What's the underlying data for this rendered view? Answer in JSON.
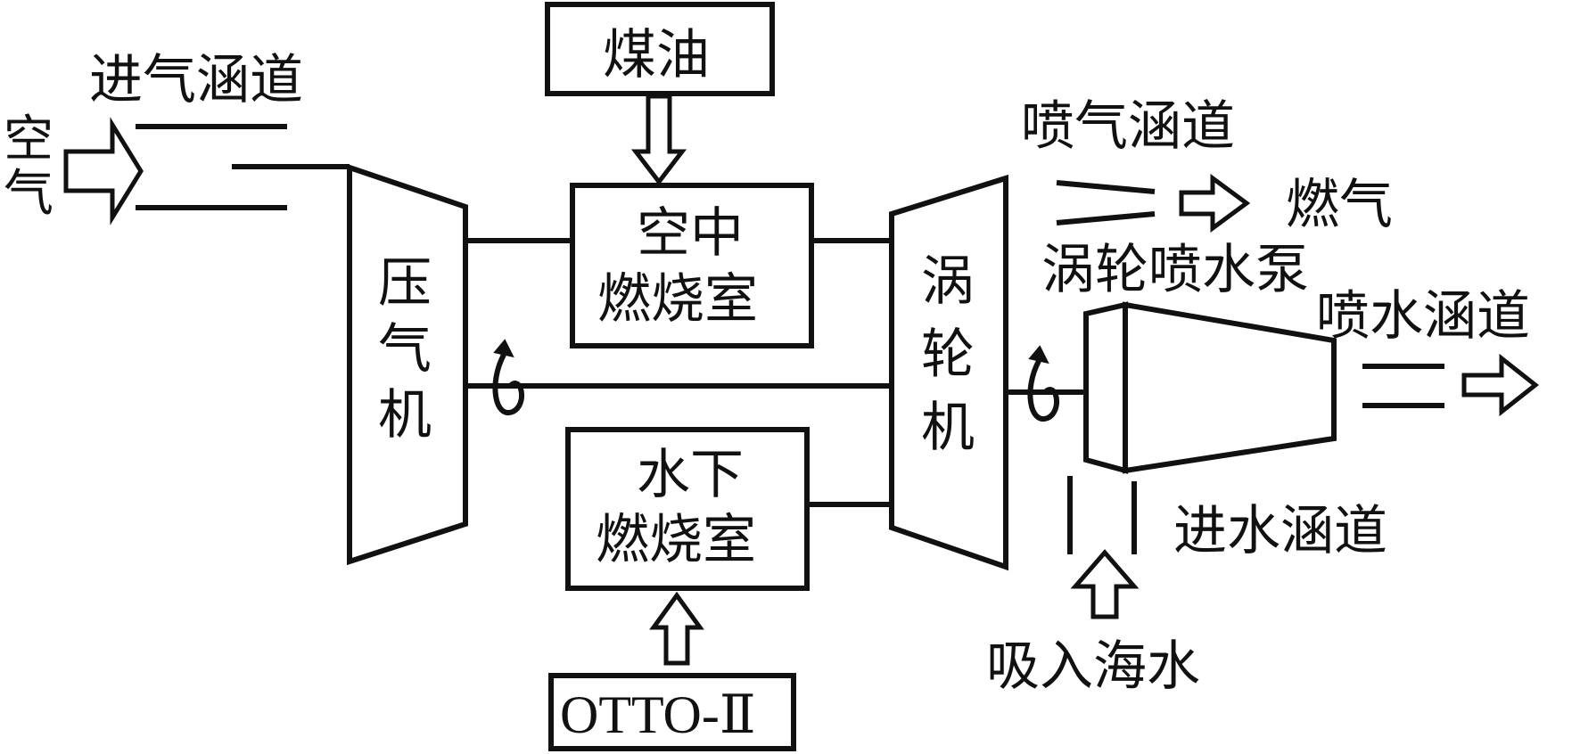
{
  "labels": {
    "intake_duct": "进气涵道",
    "air_top": "空",
    "air_bottom": "气",
    "kerosene": "煤油",
    "air_combustor_line1": "空中",
    "air_combustor_line2": "燃烧室",
    "underwater_combustor_line1": "水下",
    "underwater_combustor_line2": "燃烧室",
    "otto_fuel": "OTTO-Ⅱ",
    "compressor_1": "压",
    "compressor_2": "气",
    "compressor_3": "机",
    "turbine_1": "涡",
    "turbine_2": "轮",
    "turbine_3": "机",
    "exhaust_duct": "喷气涵道",
    "gas": "燃气",
    "turbine_pump": "涡轮喷水泵",
    "water_jet_duct": "喷水涵道",
    "water_inlet_duct": "进水涵道",
    "seawater_intake": "吸入海水"
  },
  "colors": {
    "stroke": "#111111",
    "background": "#ffffff"
  },
  "icons": {
    "flow_arrow": "hollow-block-arrow",
    "rotation": "rotation-arrow"
  }
}
